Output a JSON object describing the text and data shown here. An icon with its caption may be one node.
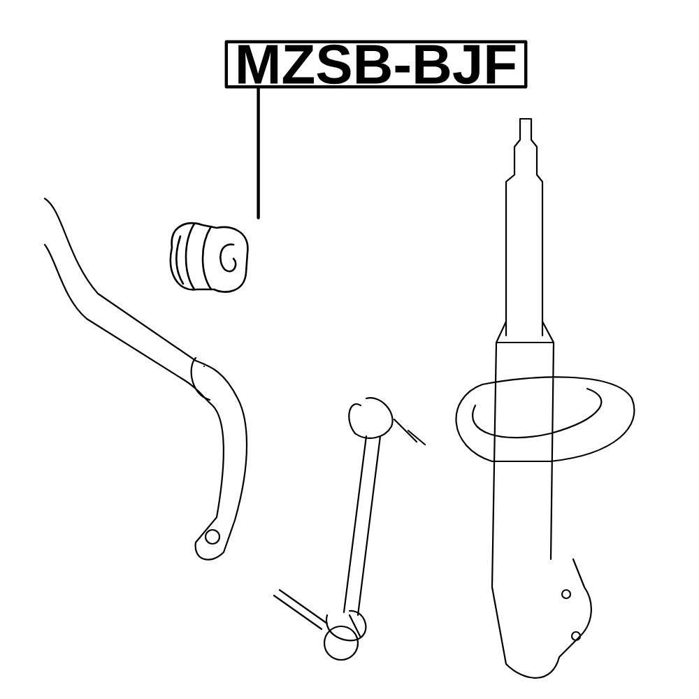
{
  "diagram": {
    "nodes": [
      {
        "text": [
          "MZSB-BJF"
        ]
      },
      {
        "text": [],
        "shape": "picture"
      }
    ],
    "edges": [
      {
        "from": 0,
        "to": 1,
        "arrow": "none"
      }
    ]
  }
}
